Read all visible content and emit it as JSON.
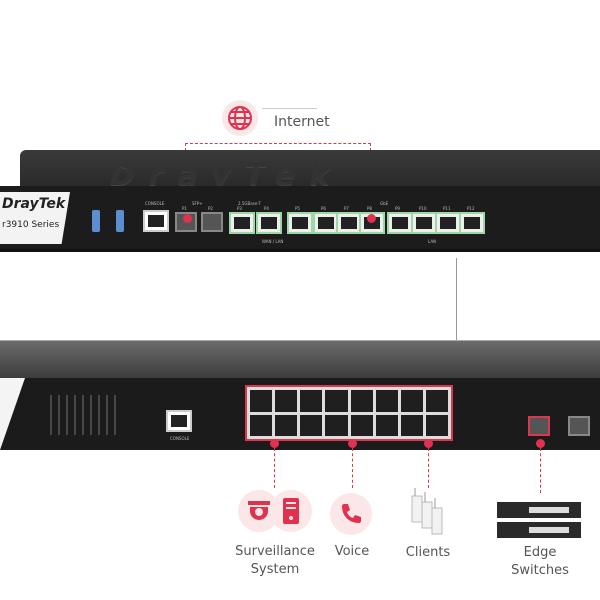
{
  "internet": {
    "label": "Internet",
    "icon": "globe-icon"
  },
  "router": {
    "brand": "DrayTek",
    "lid_brand": "DrayTek",
    "model": "r3910 Series",
    "console_label": "CONSOLE",
    "sfp_label": "SFP+",
    "base_label": "2.5GBase-T",
    "gbe_label": "GbE",
    "wan_lan_label": "WAN / LAN",
    "lan_label": "LAN",
    "ports": [
      "P1",
      "P2",
      "P3",
      "P4",
      "P5",
      "P6",
      "P7",
      "P8",
      "P9",
      "P10",
      "P11",
      "P12"
    ]
  },
  "switch": {
    "console_label": "CONSOLE"
  },
  "devices": [
    {
      "label_line1": "Surveillance",
      "label_line2": "System",
      "icon": "camera-icon"
    },
    {
      "label_line1": "Voice",
      "label_line2": "",
      "icon": "phone-icon"
    },
    {
      "label_line1": "Clients",
      "label_line2": "",
      "icon": "access-point-icon"
    },
    {
      "label_line1": "Edge",
      "label_line2": "Switches",
      "icon": "switch-icon"
    }
  ],
  "colors": {
    "accent": "#d9384f",
    "accent_light": "#fbe6e8",
    "device": "#1c1c1c"
  }
}
